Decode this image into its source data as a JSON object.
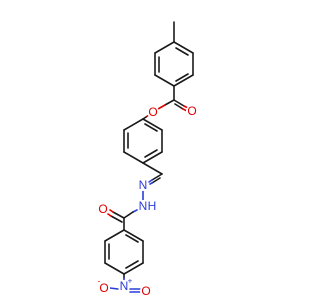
{
  "molecule": {
    "atom_labels": {
      "ester_ring_oxygen": "O",
      "ester_carbonyl_oxygen": "O",
      "imine_nitrogen": "N",
      "amide_nitrogen": "N",
      "amide_hydrogen": "H",
      "amide_carbonyl_oxygen": "O",
      "nitro_nitrogen": "N",
      "nitro_nitrogen_charge": "+",
      "nitro_oxygen_left": "O",
      "nitro_oxygen_left_charge": "-",
      "nitro_oxygen_right": "O"
    },
    "colors": {
      "bond": "#1a1a1a",
      "oxygen": "#e00000",
      "nitrogen": "#2a3cd8",
      "background": "#ffffff"
    }
  }
}
